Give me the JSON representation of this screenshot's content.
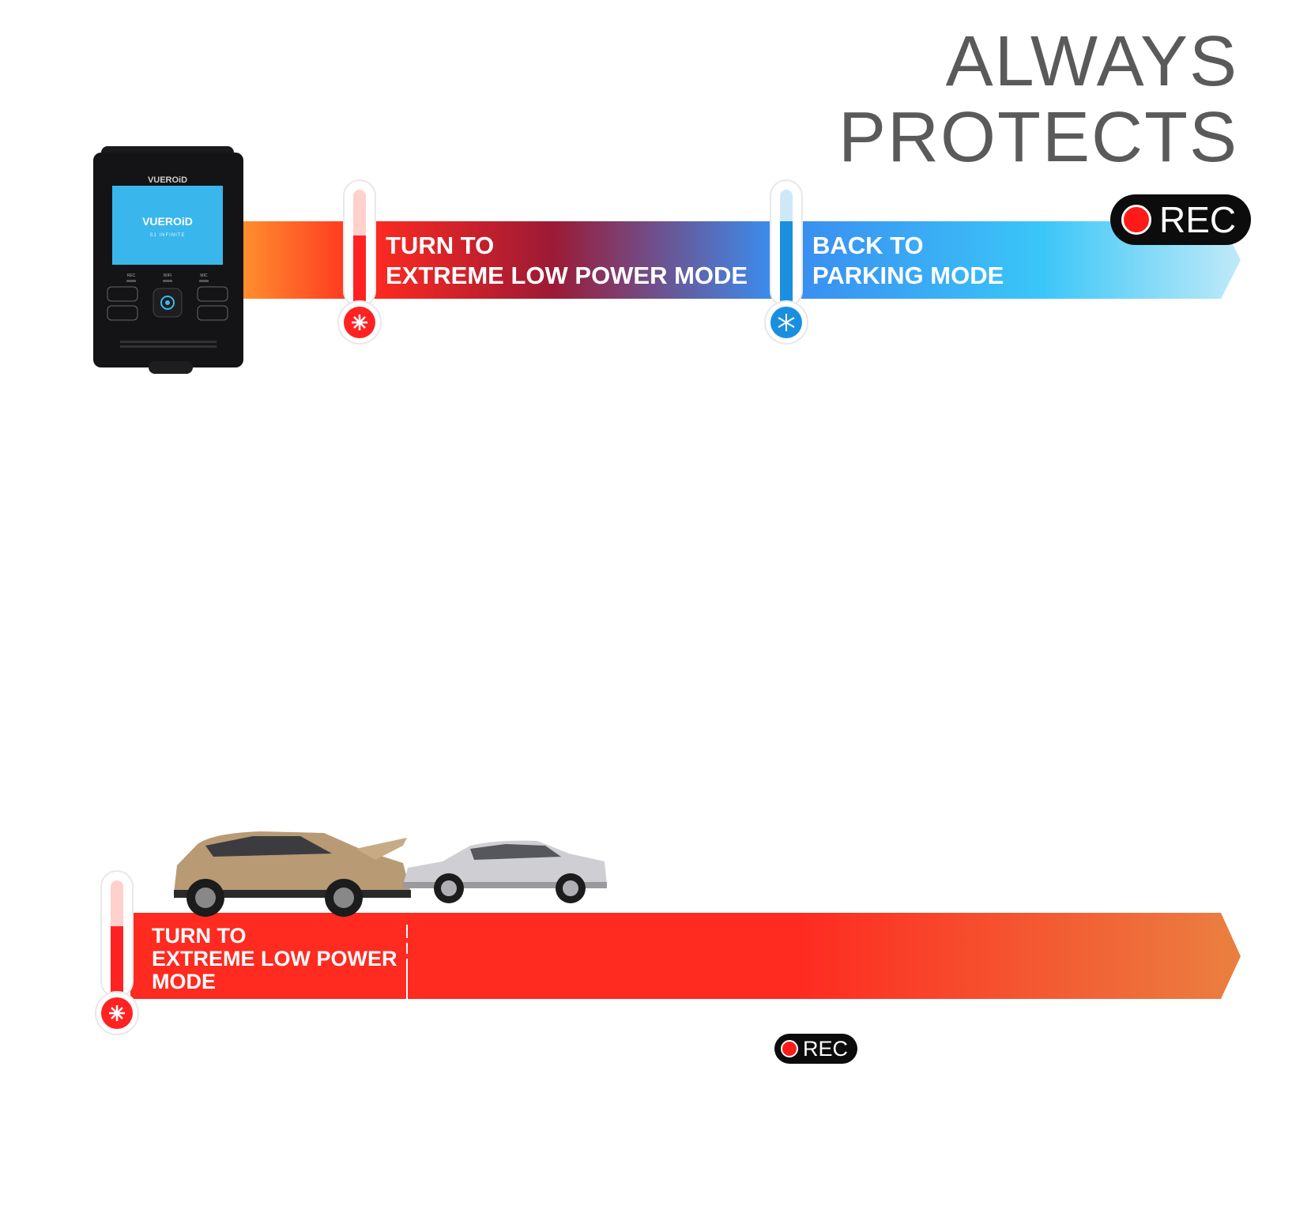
{
  "headline": {
    "line1": "ALWAYS",
    "line2": "PROTECTS"
  },
  "device": {
    "brand_top": "VUEROiD",
    "screen_brand": "VUEROiD",
    "screen_model": "S1 INFINITE",
    "led_labels": [
      "REC",
      "WIFI",
      "MIC"
    ]
  },
  "top_timeline": {
    "stage1": {
      "line1": "TURN TO",
      "line2": "EXTREME LOW POWER MODE"
    },
    "stage2": {
      "line1": "BACK TO",
      "line2": "PARKING MODE"
    },
    "rec_label": "REC"
  },
  "bottom_timeline": {
    "stage1": {
      "line1": "TURN TO",
      "line2": "EXTREME LOW POWER",
      "line3": "MODE"
    },
    "rec_label": "REC"
  },
  "colors": {
    "orange": "#ff8a2a",
    "red": "#ff2a20",
    "crimson": "#9c1a35",
    "blue": "#3a8ef0",
    "light_blue": "#bde8f8",
    "thermo_hot": "#ff2222",
    "thermo_cold": "#1a8fe0"
  }
}
